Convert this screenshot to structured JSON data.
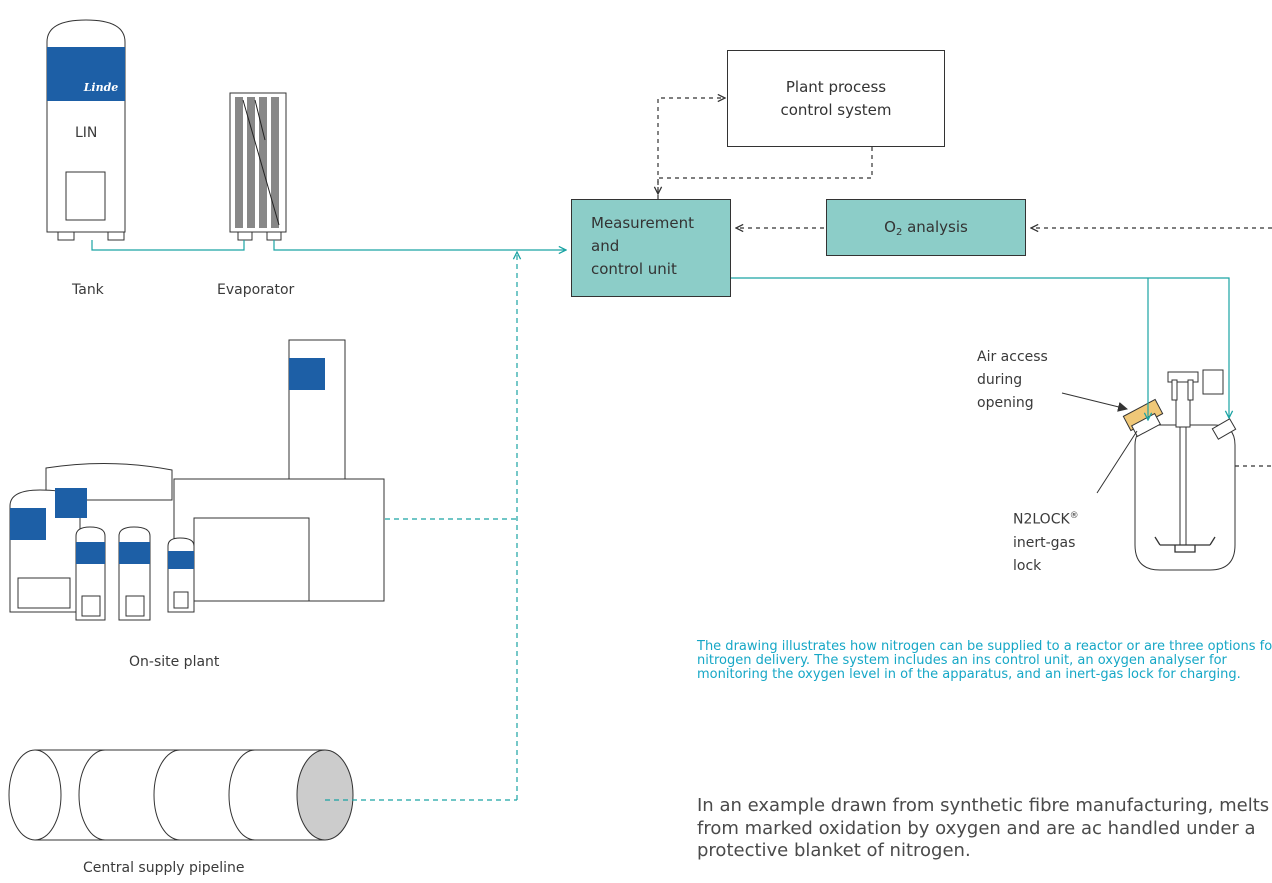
{
  "colors": {
    "teal": "#1aa3a3",
    "box_fill": "#8ccdc8",
    "brand_blue": "#1d5fa6",
    "caption": "#16a7c6"
  },
  "labels": {
    "lin": "LIN",
    "tank": "Tank",
    "evaporator": "Evaporator",
    "onsite": "On-site plant",
    "pipeline": "Central supply pipeline",
    "air_access": [
      "Air access",
      "during",
      "opening"
    ],
    "n2lock_name": "N2LOCK",
    "n2lock_mark": "®",
    "n2lock_rest": [
      "inert-gas",
      "lock"
    ]
  },
  "boxes": {
    "plant": [
      "Plant process",
      "control system"
    ],
    "mcu": [
      "Measurement",
      "and",
      "control unit"
    ],
    "o2_pre": "O",
    "o2_sub": "2",
    "o2_post": " analysis"
  },
  "logo_text": "Linde",
  "caption": "The drawing illustrates how nitrogen can be supplied to a reactor or are three options for nitrogen delivery. The system includes an ins control unit, an oxygen analyser for monitoring the oxygen level in of the apparatus, and an inert-gas lock for charging.",
  "body": "In an example drawn from synthetic fibre manufacturing, melts suffer from marked oxidation by oxygen and are ac handled under a protective blanket of nitrogen."
}
